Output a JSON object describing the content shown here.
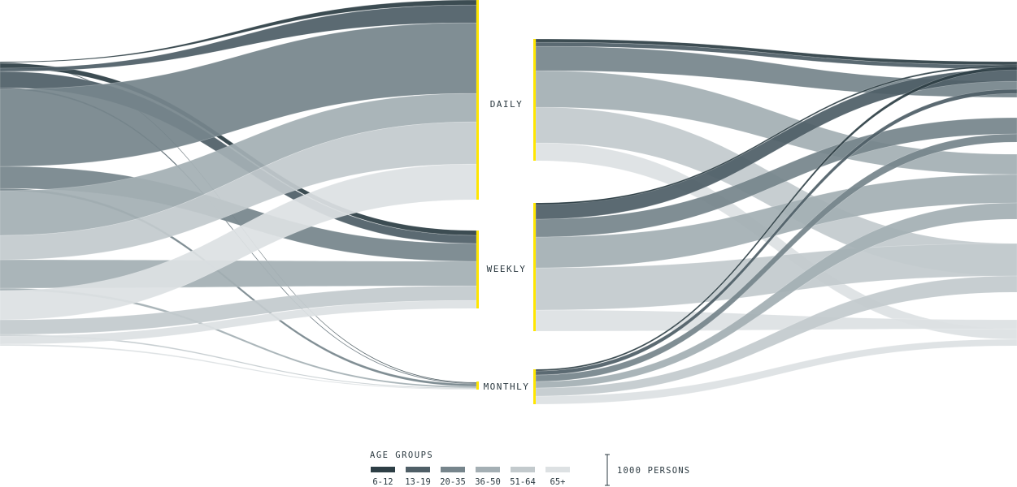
{
  "nodes": {
    "daily": "DAILY",
    "weekly": "WEEKLY",
    "monthly": "MONTHLY"
  },
  "legend": {
    "title": "AGE GROUPS",
    "groups": [
      {
        "label": "6-12",
        "color": "#2d3e45"
      },
      {
        "label": "13-19",
        "color": "#4f5f67"
      },
      {
        "label": "20-35",
        "color": "#76858c"
      },
      {
        "label": "36-50",
        "color": "#a4afb4"
      },
      {
        "label": "51-64",
        "color": "#c3cacd"
      },
      {
        "label": "65+",
        "color": "#dde1e3"
      }
    ]
  },
  "scale": {
    "label": "1000 PERSONS"
  },
  "colors": {
    "node_bar": "#ffe600",
    "text": "#2b3940"
  }
}
